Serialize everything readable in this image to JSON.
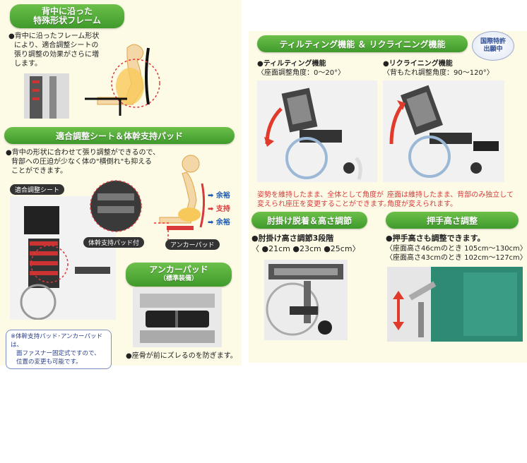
{
  "colors": {
    "pill_green": "#4aa832",
    "red_text": "#d9393b",
    "blue_bullet": "#1d5ab0",
    "panel_bg": "#fdfbe6"
  },
  "frame": {
    "title_line1": "背中に沿った",
    "title_line2": "特殊形状フレーム",
    "desc": [
      "●背中に沿ったフレーム形状",
      "により、適合調整シートの",
      "張り調整の効果がさらに増",
      "します。"
    ]
  },
  "seat": {
    "title": "適合調整シート＆体幹支持パッド",
    "desc": [
      "●背中の形状に合わせて張り調整ができるので、",
      "背部への圧迫が少なく体の\"横倒れ\"も抑える",
      "ことができます。"
    ],
    "label_seat": "適合調整シート",
    "label_pad": "体幹支持パッド付",
    "label_anchor": "アンカーパッド",
    "arrow_yoyu1": "余裕",
    "arrow_shiji": "支持",
    "arrow_yoyu2": "余裕"
  },
  "anchor": {
    "title": "アンカーパッド",
    "subtitle": "（標準装備）",
    "note": [
      "※体幹支持パッド･アンカーパッドは、",
      "面ファスナー固定式ですので、",
      "位置の変更も可能です。"
    ],
    "desc": "●座骨が前にズレるのを防ぎます。"
  },
  "tilt": {
    "title": "ティルティング機能 ＆ リクライニング機能",
    "badge": [
      "国際特許",
      "出願中"
    ],
    "tilt_head": "●ティルティング機能",
    "tilt_range": "〈座面調整角度：0〜20°〉",
    "tilt_desc": [
      "姿勢を維持したまま、全体として角度が",
      "変えられ座圧を変更することができます。"
    ],
    "recline_head": "●リクライニング機能",
    "recline_range": "〈背もたれ調整角度：90〜120°〉",
    "recline_desc": [
      "座面は維持したまま、背部のみ独立して",
      "角度が変えられます。"
    ]
  },
  "armrest": {
    "title": "肘掛け脱着＆高さ調節",
    "head": "●肘掛け高さ調節3段階",
    "heights": "〈 ●21cm ●23cm ●25cm〉"
  },
  "handle": {
    "title": "押手高さ調整",
    "head": "●押手高さも調整できます。",
    "line1": "〈座面高さ46cmのとき 105cm〜130cm〉",
    "line2": "〈座面高さ43cmのとき 102cm〜127cm〉"
  }
}
